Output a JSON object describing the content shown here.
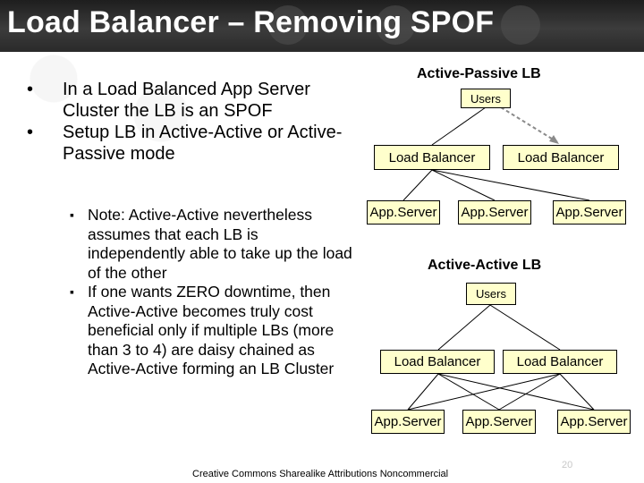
{
  "slide": {
    "title": "Load Balancer – Removing SPOF",
    "bullets": [
      "In a Load Balanced App Server Cluster the LB is an SPOF",
      "Setup LB in Active-Active or Active-Passive mode"
    ],
    "subbullets": [
      "Note: Active-Active nevertheless assumes that each LB is independently able to take up the load of the other",
      "If one wants ZERO downtime, then Active-Active becomes truly cost beneficial only if multiple LBs (more than 3 to 4) are daisy chained as Active-Active forming an LB Cluster"
    ],
    "footer": "Creative Commons Sharealike Attributions Noncommercial",
    "page_number": "20"
  },
  "active_passive": {
    "heading": "Active-Passive LB",
    "users": "Users",
    "lb1": "Load Balancer",
    "lb2": "Load Balancer",
    "app1": "App.Server",
    "app2": "App.Server",
    "app3": "App.Server"
  },
  "active_active": {
    "heading": "Active-Active LB",
    "users": "Users",
    "lb1": "Load Balancer",
    "lb2": "Load Balancer",
    "app1": "App.Server",
    "app2": "App.Server",
    "app3": "App.Server"
  },
  "colors": {
    "box_fill": "#ffffcc",
    "title_bar": "#2a2a2a",
    "passive_link": "#8a8a8a"
  }
}
